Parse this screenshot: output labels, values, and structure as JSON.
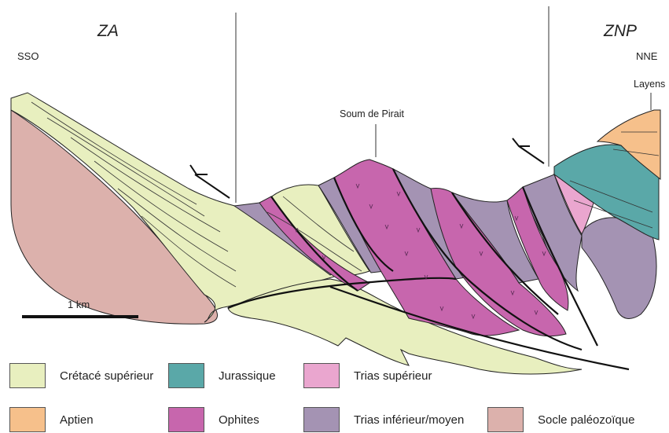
{
  "zones": {
    "left": "ZA",
    "right": "ZNP"
  },
  "orientation": {
    "left": "SSO",
    "right": "NNE"
  },
  "places": {
    "summit": "Soum de Pirait",
    "right_peak": "Layens"
  },
  "scale": {
    "label": "1 km"
  },
  "colors": {
    "cretace_superieur": "#e8efbf",
    "jurassique": "#5aa8a8",
    "trias_superieur": "#eaa6cf",
    "aptien": "#f6c08b",
    "ophites": "#c766ad",
    "trias_inferieur_moyen": "#a493b3",
    "socle_paleozoique": "#dcb1ac"
  },
  "legend": [
    {
      "key": "cretace_superieur",
      "label": "Crétacé supérieur"
    },
    {
      "key": "jurassique",
      "label": "Jurassique"
    },
    {
      "key": "trias_superieur",
      "label": "Trias supérieur"
    },
    {
      "key": "aptien",
      "label": "Aptien"
    },
    {
      "key": "ophites",
      "label": "Ophites"
    },
    {
      "key": "trias_inferieur_moyen",
      "label": "Trias inférieur/moyen"
    },
    {
      "key": "socle_paleozoique",
      "label": "Socle paléozoïque"
    }
  ]
}
